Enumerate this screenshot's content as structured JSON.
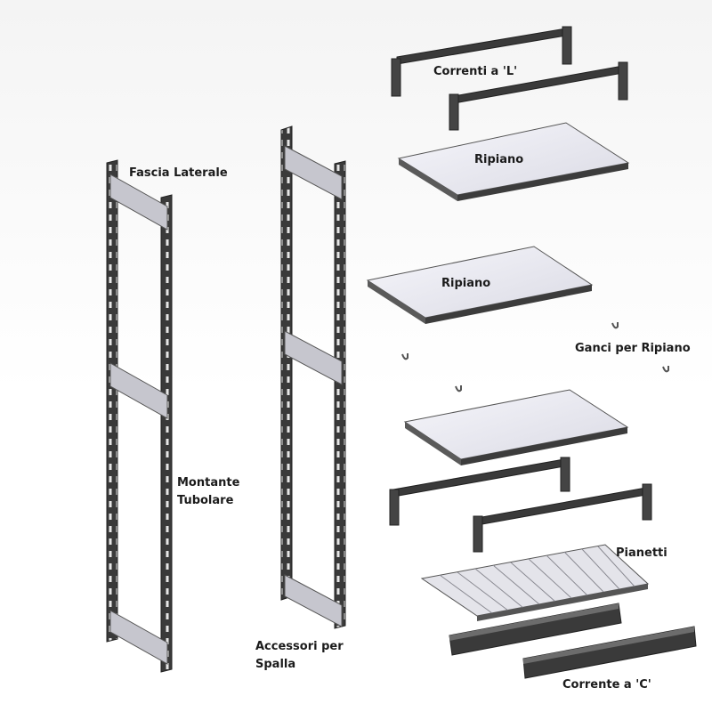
{
  "labels": {
    "fascia_laterale": "Fascia Laterale",
    "montante_tubolare_1": "Montante",
    "montante_tubolare_2": "Tubolare",
    "accessori_spalla_1": "Accessori per",
    "accessori_spalla_2": "Spalla",
    "correnti_l": "Correnti a 'L'",
    "ripiano_top": "Ripiano",
    "ripiano_mid": "Ripiano",
    "ganci_ripiano": "Ganci per Ripiano",
    "pianetti": "Pianetti",
    "corrente_c": "Corrente a 'C'"
  },
  "colors": {
    "frame": "#3d3d3d",
    "panel": "#c8c8d0",
    "shelf_top": "#f0f0f6",
    "shelf_edge": "#4a4a4a",
    "text": "#1b1b1b"
  }
}
